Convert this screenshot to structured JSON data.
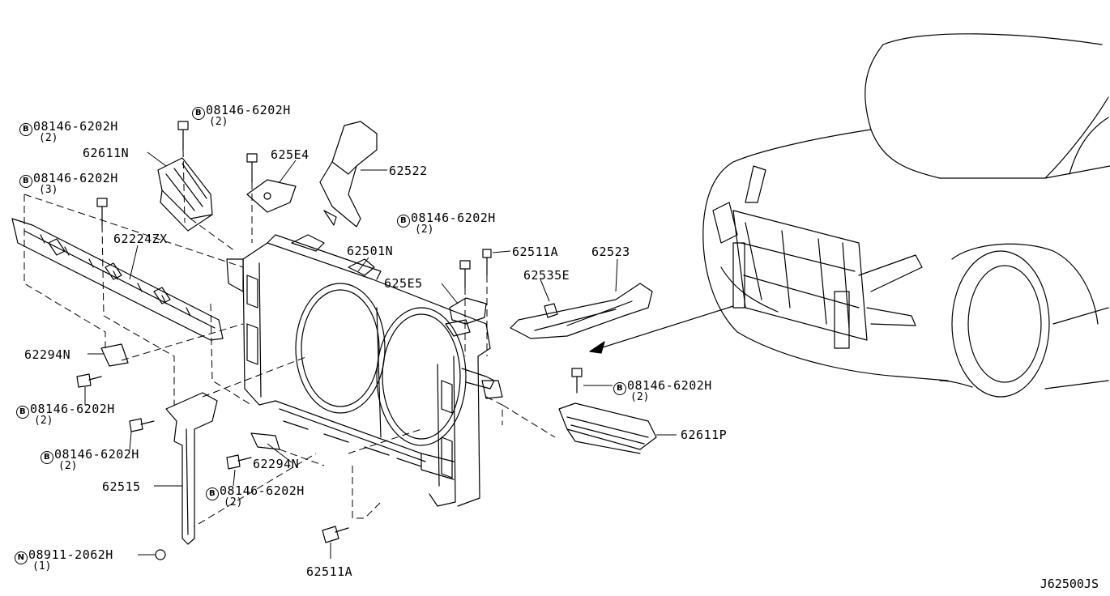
{
  "diagram_code": "J62500JS",
  "callouts": [
    {
      "id": "c1",
      "prefix": "B",
      "part": "08146-6202H",
      "qty": "(2)"
    },
    {
      "id": "c2",
      "prefix": "B",
      "part": "08146-6202H",
      "qty": "(2)"
    },
    {
      "id": "c3",
      "prefix": "",
      "part": "62611N",
      "qty": ""
    },
    {
      "id": "c4",
      "prefix": "",
      "part": "625E4",
      "qty": ""
    },
    {
      "id": "c5",
      "prefix": "",
      "part": "62522",
      "qty": ""
    },
    {
      "id": "c6",
      "prefix": "B",
      "part": "08146-6202H",
      "qty": "(3)"
    },
    {
      "id": "c7",
      "prefix": "",
      "part": "62224ZX",
      "qty": ""
    },
    {
      "id": "c8",
      "prefix": "B",
      "part": "08146-6202H",
      "qty": "(2)"
    },
    {
      "id": "c9",
      "prefix": "",
      "part": "62501N",
      "qty": ""
    },
    {
      "id": "c10",
      "prefix": "",
      "part": "62511A",
      "qty": ""
    },
    {
      "id": "c11",
      "prefix": "",
      "part": "62523",
      "qty": ""
    },
    {
      "id": "c12",
      "prefix": "",
      "part": "625E5",
      "qty": ""
    },
    {
      "id": "c13",
      "prefix": "",
      "part": "62535E",
      "qty": ""
    },
    {
      "id": "c14",
      "prefix": "",
      "part": "62294N",
      "qty": ""
    },
    {
      "id": "c15",
      "prefix": "B",
      "part": "08146-6202H",
      "qty": "(2)"
    },
    {
      "id": "c16",
      "prefix": "B",
      "part": "08146-6202H",
      "qty": "(2)"
    },
    {
      "id": "c17",
      "prefix": "B",
      "part": "08146-6202H",
      "qty": "(2)"
    },
    {
      "id": "c18",
      "prefix": "",
      "part": "62611P",
      "qty": ""
    },
    {
      "id": "c19",
      "prefix": "",
      "part": "62294N",
      "qty": ""
    },
    {
      "id": "c20",
      "prefix": "",
      "part": "62515",
      "qty": ""
    },
    {
      "id": "c21",
      "prefix": "B",
      "part": "08146-6202H",
      "qty": "(2)"
    },
    {
      "id": "c22",
      "prefix": "N",
      "part": "08911-2062H",
      "qty": "(1)"
    },
    {
      "id": "c23",
      "prefix": "",
      "part": "62511A",
      "qty": ""
    }
  ]
}
